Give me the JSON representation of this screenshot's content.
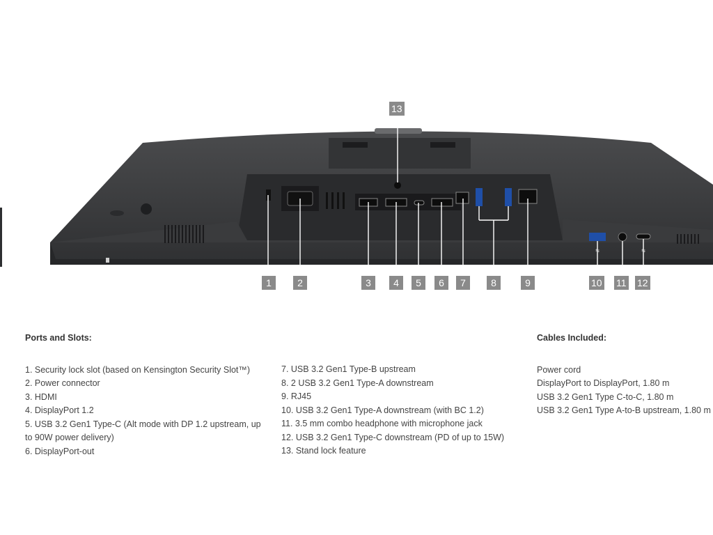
{
  "callouts": [
    "1",
    "2",
    "3",
    "4",
    "5",
    "6",
    "7",
    "8",
    "9",
    "10",
    "11",
    "12",
    "13"
  ],
  "ports": {
    "heading": "Ports and Slots:",
    "left": [
      "1. Security lock slot (based on Kensington Security Slot™)",
      "2. Power connector",
      "3. HDMI",
      "4. DisplayPort 1.2",
      "5. USB 3.2 Gen1 Type-C (Alt mode with DP 1.2 upstream, up to 90W power delivery)",
      "6. DisplayPort-out"
    ],
    "middle": [
      "7. USB 3.2 Gen1 Type-B upstream",
      "8. 2 USB 3.2 Gen1 Type-A downstream",
      "9. RJ45",
      "10. USB 3.2 Gen1 Type-A downstream (with BC 1.2)",
      "11. 3.5 mm combo headphone with microphone jack",
      "12. USB 3.2 Gen1 Type-C downstream (PD of up to 15W)",
      "13. Stand lock feature"
    ]
  },
  "cables": {
    "heading": "Cables Included:",
    "items": [
      "Power cord",
      "DisplayPort to DisplayPort, 1.80 m",
      "USB 3.2 Gen1 Type C-to-C, 1.80 m",
      "USB 3.2 Gen1 Type A-to-B upstream, 1.80 m"
    ]
  },
  "colors": {
    "body": "#3a3b3d",
    "label": "#8a8a8a",
    "leader": "#ffffff"
  }
}
